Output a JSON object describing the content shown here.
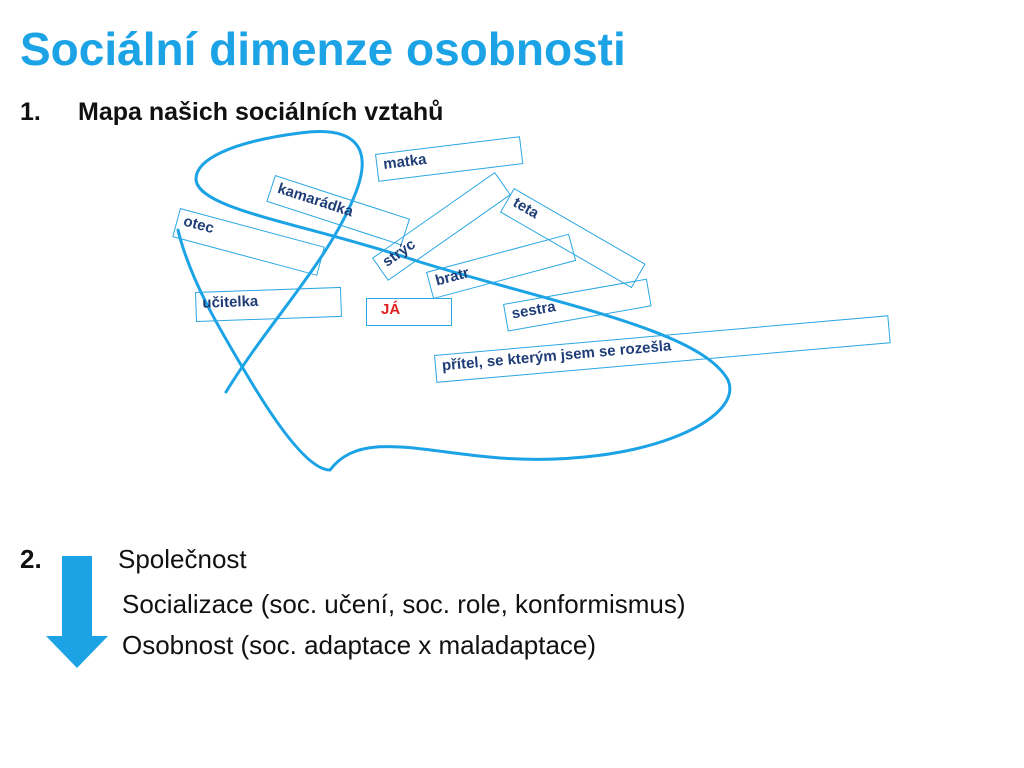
{
  "slide": {
    "title": "Sociální dimenze osobnosti",
    "point1": {
      "number": "1.",
      "text": "Mapa našich sociálních vztahů"
    },
    "map_labels": {
      "matka": "matka",
      "kamaradka": "kamarádka",
      "otec": "otec",
      "stryc": "strýc",
      "teta": "teta",
      "bratr": "bratr",
      "ucitelka": "učitelka",
      "ja": "JÁ",
      "sestra": "sestra",
      "pritel": "přítel, se kterým jsem se rozešla"
    },
    "point2": {
      "number": "2.",
      "lines": [
        "Společnost",
        "Socializace (soc. učení, soc. role, konformismus)",
        "Osobnost (soc. adaptace x maladaptace)"
      ]
    }
  },
  "colors": {
    "accent": "#1ba3e6",
    "box_text": "#1f3e78",
    "me_text": "#e02020",
    "arrow": "#1ba3e6"
  }
}
